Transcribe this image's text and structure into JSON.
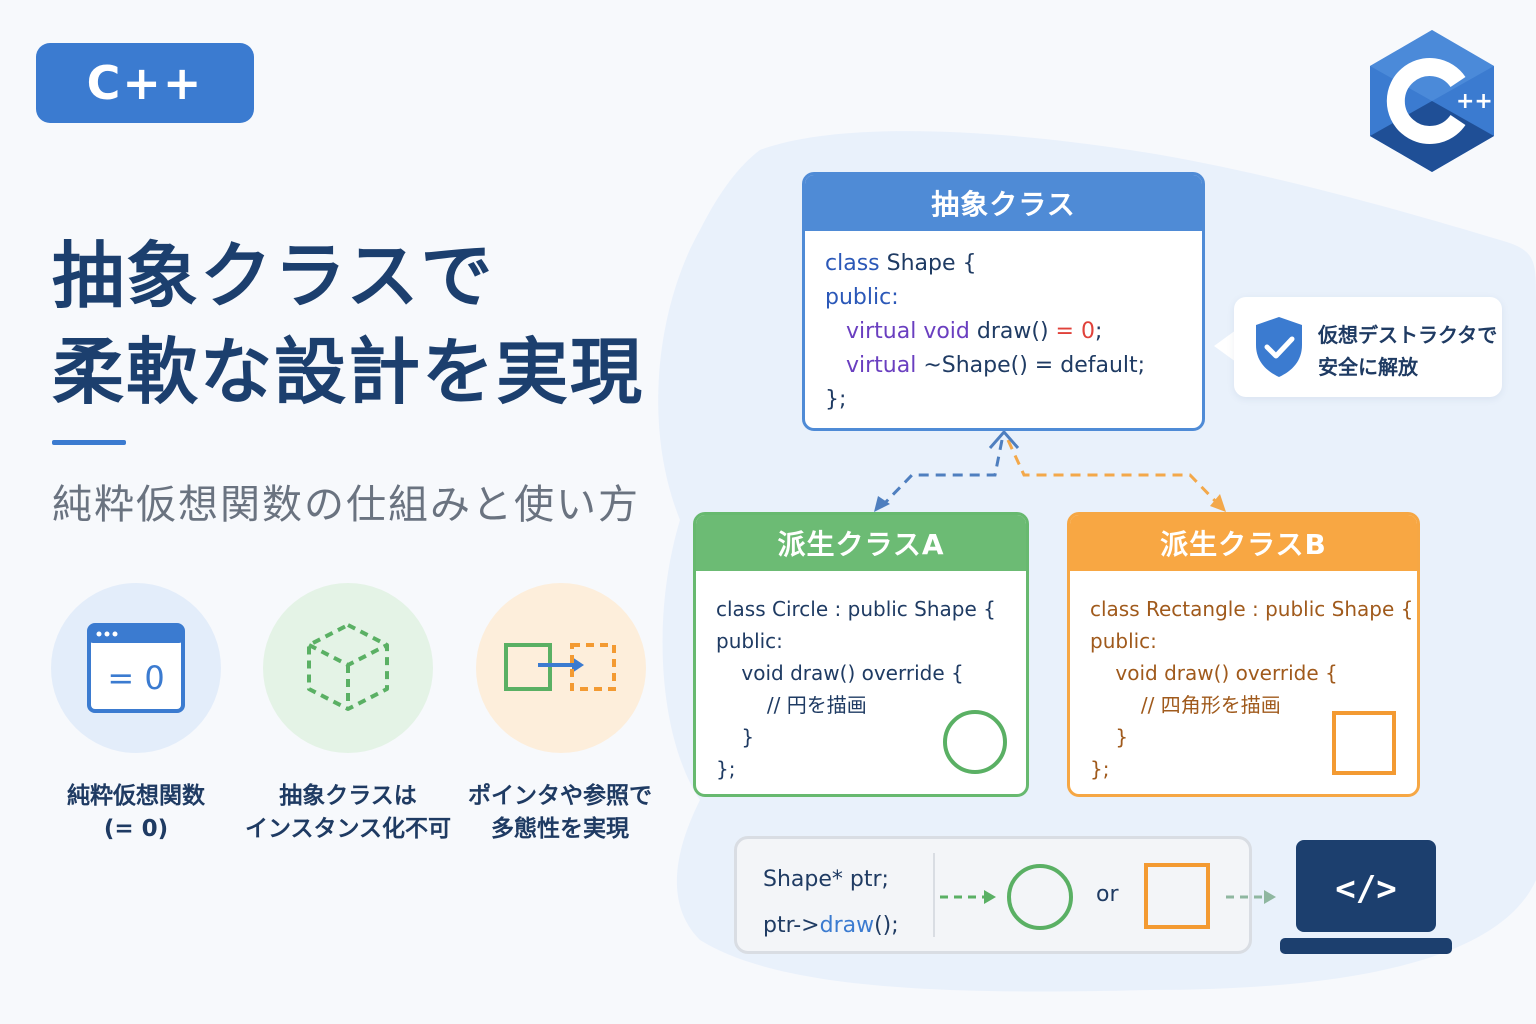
{
  "badge": {
    "label": "C++"
  },
  "logo": {
    "label": "C",
    "superscript": "++"
  },
  "hero": {
    "title_line1": "抽象クラスで",
    "title_line2": "柔軟な設計を実現",
    "subtitle": "純粋仮想関数の仕組みと使い方"
  },
  "features": [
    {
      "icon": "window-equals-zero-icon",
      "icon_text": "= 0",
      "label_line1": "純粋仮想関数",
      "label_line2": "(= 0)",
      "color": "#3b7bd0"
    },
    {
      "icon": "dashed-cube-icon",
      "label_line1": "抽象クラスは",
      "label_line2": "インスタンス化不可",
      "color": "#5ab064"
    },
    {
      "icon": "pointer-arrow-icon",
      "label_line1": "ポインタや参照で",
      "label_line2": "多態性を実現",
      "color": "#f39a32"
    }
  ],
  "abstract_class": {
    "header": "抽象クラス",
    "lines": {
      "l1_kw": "class",
      "l1_rest": " Shape {",
      "l2": "public:",
      "l3_kw1": "virtual",
      "l3_kw2": "void",
      "l3_mid": " draw() ",
      "l3_eq": "= 0",
      "l3_end": ";",
      "l4_kw": "virtual",
      "l4_rest": " ~Shape() = default;",
      "l5": "};"
    }
  },
  "callout": {
    "icon": "shield-check-icon",
    "line1": "仮想デストラクタで",
    "line2": "安全に解放"
  },
  "derived_a": {
    "header": "派生クラスA",
    "lines": [
      "class Circle : public Shape {",
      "public:",
      "    void draw() override {",
      "        // 円を描画",
      "    }",
      "};"
    ],
    "shape_icon": "circle-icon"
  },
  "derived_b": {
    "header": "派生クラスB",
    "lines": [
      "class Rectangle : public Shape {",
      "public:",
      "    void draw() override {",
      "        // 四角形を描画",
      "    }",
      "};"
    ],
    "shape_icon": "square-icon"
  },
  "usage": {
    "line1": "Shape* ptr;",
    "line2_pre": "ptr->",
    "line2_call": "draw",
    "line2_post": "();",
    "or_label": "or",
    "laptop_icon": "code-laptop-icon",
    "laptop_text": "</>"
  },
  "colors": {
    "blue": "#3b7bd0",
    "green": "#5ab064",
    "orange": "#f39a32",
    "navy": "#1c3f6e"
  }
}
